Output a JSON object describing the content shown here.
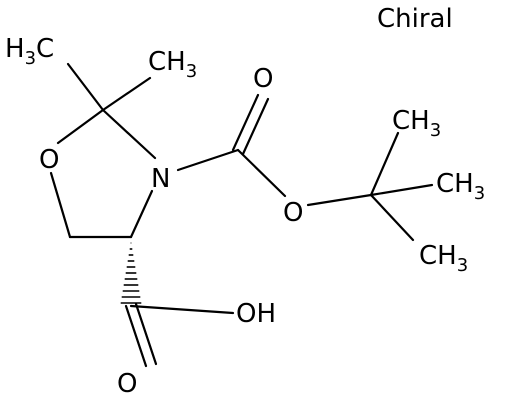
{
  "molecule": {
    "chirality_label": "Chiral",
    "atoms": {
      "methyl_top_left": "H3C",
      "methyl_top": "CH3",
      "ring_oxygen": "O",
      "ring_nitrogen": "N",
      "carbonyl_oxygen_boc": "O",
      "ester_oxygen": "O",
      "tbu_methyl_1": "CH3",
      "tbu_methyl_2": "CH3",
      "tbu_methyl_3": "CH3",
      "acid_hydroxyl": "OH",
      "acid_carbonyl_oxygen": "O"
    }
  }
}
